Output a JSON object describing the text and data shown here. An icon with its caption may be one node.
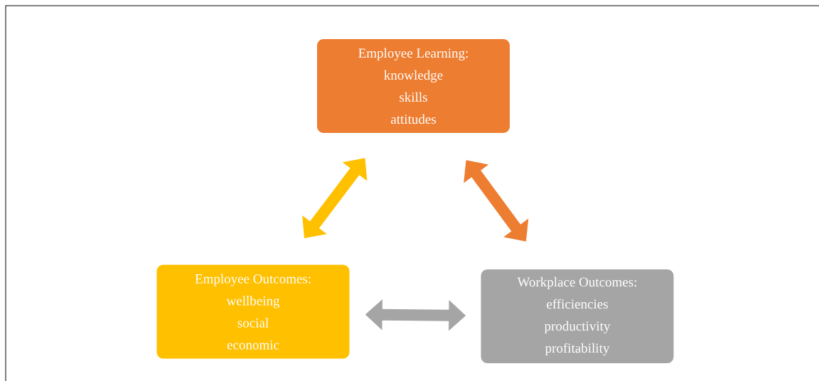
{
  "diagram": {
    "nodes": [
      {
        "text": [
          "Employee Learning:",
          "knowledge",
          "skills",
          "attitudes"
        ]
      },
      {
        "text": [
          "Employee Outcomes:",
          "wellbeing",
          "social",
          "economic"
        ]
      },
      {
        "text": [
          "Workplace Outcomes:",
          "efficiencies",
          "productivity",
          "profitability"
        ]
      }
    ],
    "edges": [
      {
        "from": 0,
        "to": 1,
        "arrow": "both",
        "color": "#ffc000"
      },
      {
        "from": 0,
        "to": 2,
        "arrow": "both",
        "color": "#ed7d31"
      },
      {
        "from": 1,
        "to": 2,
        "arrow": "both",
        "color": "#a5a5a5"
      }
    ]
  }
}
